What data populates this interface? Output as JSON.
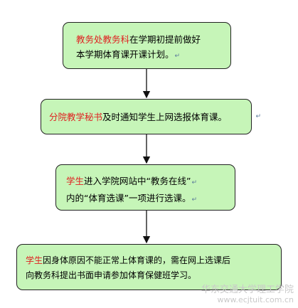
{
  "steps": [
    {
      "highlight": "教务处教务科",
      "lines": [
        "在学期初提前做好",
        "本学期体育课开课计划。"
      ]
    },
    {
      "highlight": "分院教学秘书",
      "lines": [
        "及时通知学生上网选报体育课。"
      ]
    },
    {
      "highlight": "学生",
      "lines": [
        "进入学院网站中“教务在线”",
        "内的“体育选课”一项进行选课。"
      ]
    },
    {
      "highlight": "学生",
      "lines": [
        "因身体原因不能正常上体育课的，需在网上选课后",
        "向教务科提出书面申请参加体育保健班学习。"
      ]
    }
  ],
  "paragraph_mark": "↵",
  "watermark": {
    "name": "华东交通大学理工学院",
    "url": "www.ecjtuit.com.cn"
  },
  "colors": {
    "box_fill": "#c6f5b8",
    "highlight": "#e02020",
    "border": "#222222"
  }
}
